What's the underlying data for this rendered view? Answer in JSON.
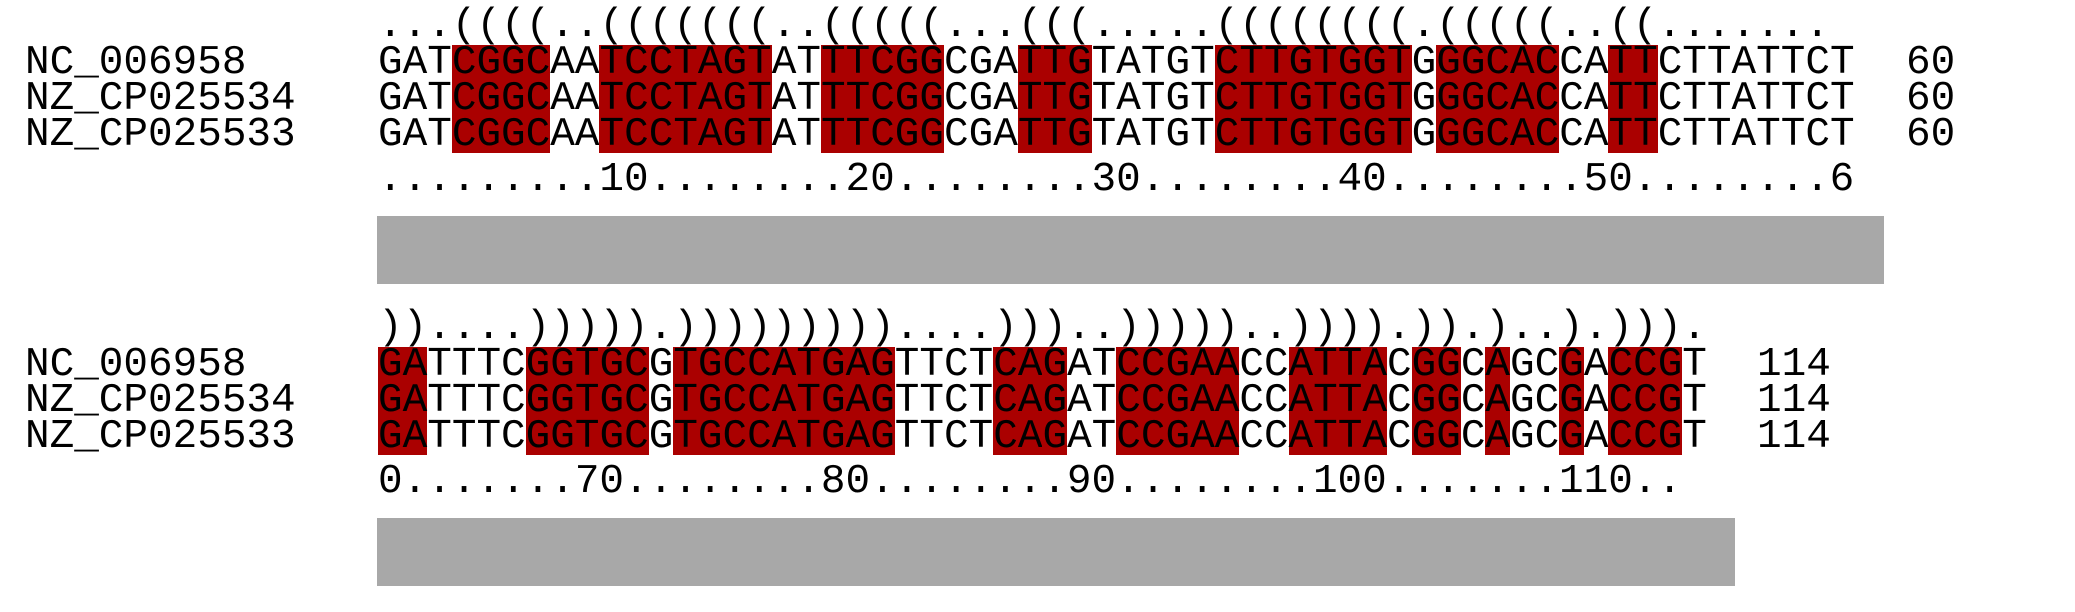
{
  "colors": {
    "highlight": "#aa0000",
    "bar": "#a8a8a8",
    "text": "#000000"
  },
  "blocks": [
    {
      "structure": "...((((..(((((((..(((((...(((.....((((((((.(((((..((.......",
      "ruler": ".........10........20........30........40........50........6",
      "end_count": "60",
      "sequences": [
        {
          "name": "NC_006958",
          "seq": "GATCGGCAATCCTAGTATTTCGGCGATTGTATGTCTTGTGGTGGGCACCATTCTTATTCT"
        },
        {
          "name": "NZ_CP025534",
          "seq": "GATCGGCAATCCTAGTATTTCGGCGATTGTATGTCTTGTGGTGGGCACCATTCTTATTCT"
        },
        {
          "name": "NZ_CP025533",
          "seq": "GATCGGCAATCCTAGTATTTCGGCGATTGTATGTCTTGTGGTGGGCACCATTCTTATTCT"
        }
      ]
    },
    {
      "structure": "))....))))).)))))))))....)))..)))))..)))).)).)..).))).",
      "ruler": "0.......70........80........90........100.......110..",
      "end_count": "114",
      "sequences": [
        {
          "name": "NC_006958",
          "seq": "GATTTCGGTGCGTGCCATGAGTTCTCAGATCCGAACCATTACGGCAGCGACCGT"
        },
        {
          "name": "NZ_CP025534",
          "seq": "GATTTCGGTGCGTGCCATGAGTTCTCAGATCCGAACCATTACGGCAGCGACCGT"
        },
        {
          "name": "NZ_CP025533",
          "seq": "GATTTCGGTGCGTGCCATGAGTTCTCAGATCCGAACCATTACGGCAGCGACCGT"
        }
      ]
    }
  ]
}
